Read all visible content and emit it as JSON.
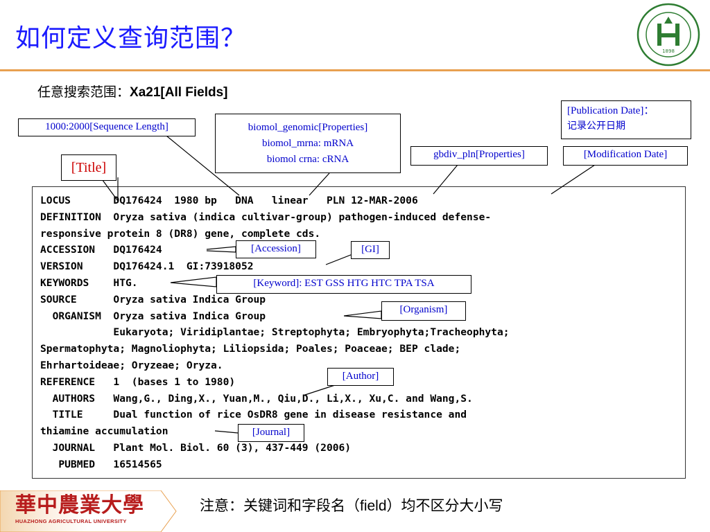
{
  "slide": {
    "title": "如何定义查询范围？",
    "scope_label": "任意搜索范围：",
    "scope_value": "Xa21[All Fields]",
    "footer_note_pre": "注意：关键词和字段名（",
    "footer_note_field": "field",
    "footer_note_post": "）均不区分大小写",
    "footer_logo_sub": "HUAZHONG AGRICULTURAL UNIVERSITY",
    "footer_logo_cn": "華中農業大學",
    "seal_year": "1898"
  },
  "callouts": {
    "sequence_length": "1000:2000[Sequence Length]",
    "properties_line1": "biomol_genomic[Properties]",
    "properties_line2": "biomol_mrna: mRNA",
    "properties_line3": "biomol crna: cRNA",
    "gbdiv": "gbdiv_pln[Properties]",
    "pub_date_line1": "[Publication Date]：",
    "pub_date_line2": "记录公开日期",
    "mod_date": "[Modification Date]",
    "title_tag": "[Title]",
    "accession": "[Accession]",
    "gi": "[GI]",
    "keyword_key": "[Keyword]:",
    "keyword_values": " EST GSS HTG HTC TPA TSA",
    "organism": "[Organism]",
    "author": "[Author]",
    "journal": "[Journal]"
  },
  "record": {
    "lines": [
      "LOCUS       DQ176424  1980 bp   DNA   linear   PLN 12-MAR-2006",
      "DEFINITION  Oryza sativa (indica cultivar-group) pathogen-induced defense-",
      "responsive protein 8 (DR8) gene, complete cds.",
      "ACCESSION   DQ176424",
      "VERSION     DQ176424.1  GI:73918052",
      "KEYWORDS    HTG.",
      "SOURCE      Oryza sativa Indica Group",
      "  ORGANISM  Oryza sativa Indica Group",
      "            Eukaryota; Viridiplantae; Streptophyta; Embryophyta;Tracheophyta;",
      "Spermatophyta; Magnoliophyta; Liliopsida; Poales; Poaceae; BEP clade;",
      "Ehrhartoideae; Oryzeae; Oryza.",
      "REFERENCE   1  (bases 1 to 1980)",
      "  AUTHORS   Wang,G., Ding,X., Yuan,M., Qiu,D., Li,X., Xu,C. and Wang,S.",
      "  TITLE     Dual function of rice OsDR8 gene in disease resistance and",
      "thiamine accumulation",
      "  JOURNAL   Plant Mol. Biol. 60 (3), 437-449 (2006)",
      "   PUBMED   16514565"
    ]
  },
  "colors": {
    "title": "#1a1aff",
    "callout_text": "#0000cc",
    "rule": "#e8a050",
    "seal_green": "#2e7d32"
  }
}
